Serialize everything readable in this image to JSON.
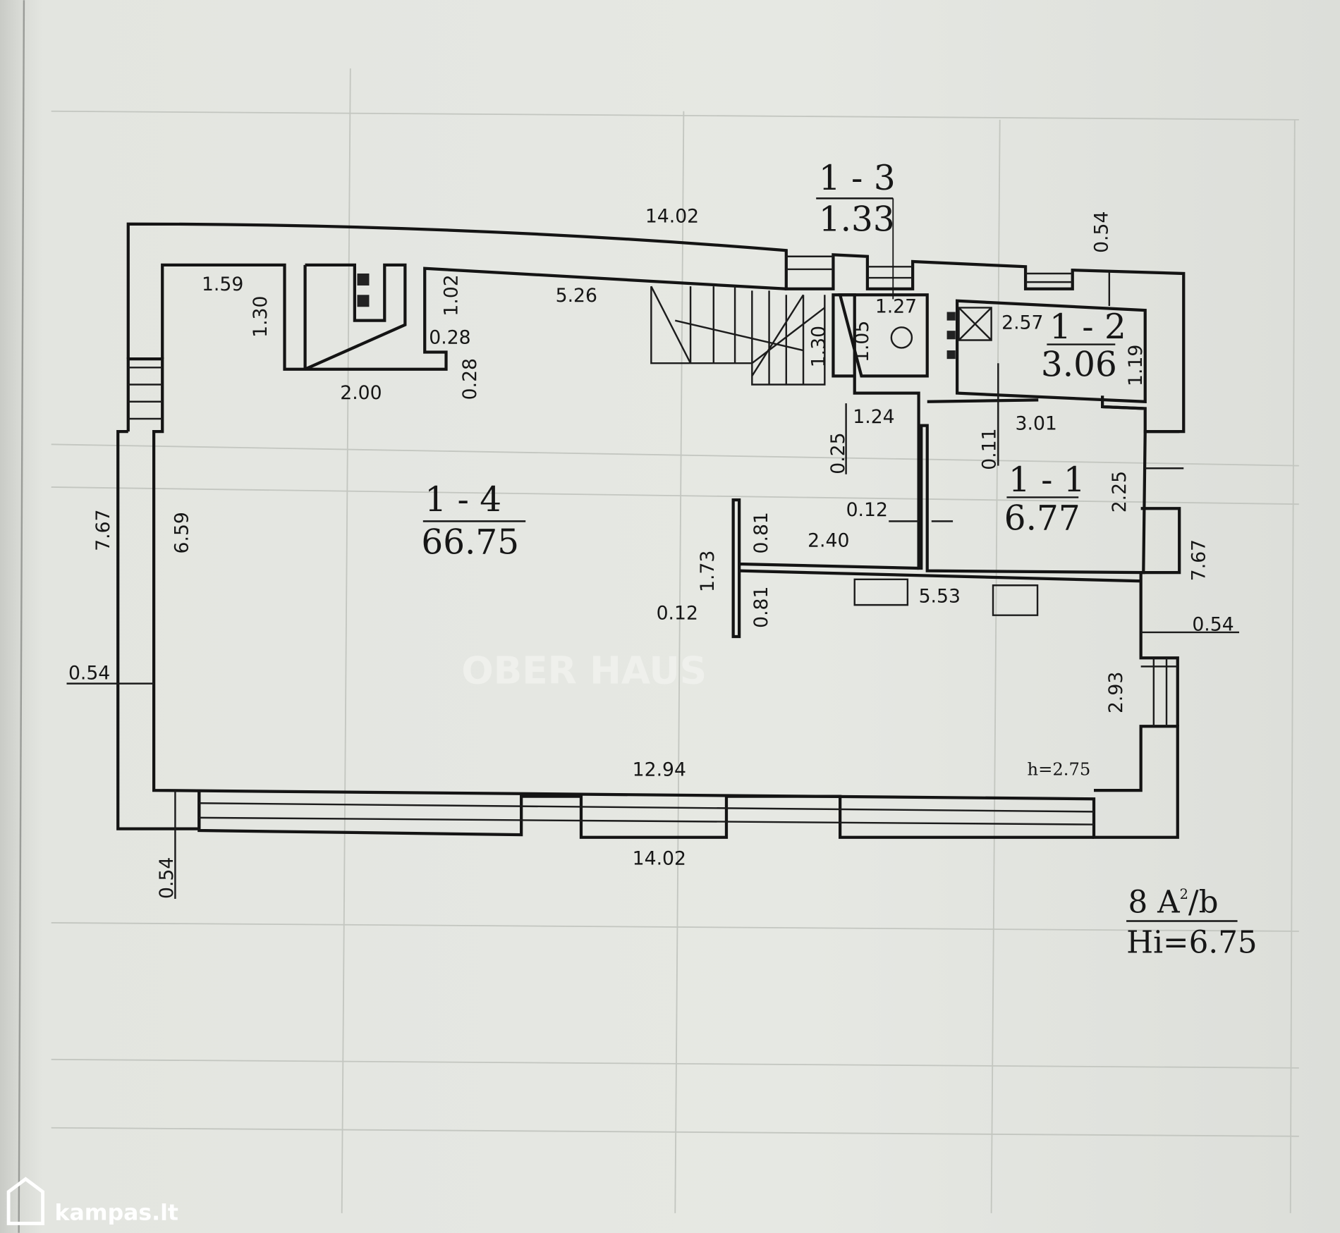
{
  "plan": {
    "rooms": [
      {
        "id": "1 - 4",
        "area": "66.75"
      },
      {
        "id": "1 - 3",
        "area": "1.33"
      },
      {
        "id": "1 - 2",
        "area": "3.06"
      },
      {
        "id": "1 - 1",
        "area": "6.77"
      }
    ],
    "dimensions": [
      "14.02",
      "1.59",
      "1.30",
      "1.02",
      "0.28",
      "0.28",
      "2.00",
      "5.26",
      "1.27",
      "1.05",
      "1.30",
      "2.57",
      "0.54",
      "1.19",
      "1.24",
      "0.25",
      "3.01",
      "0.11",
      "2.25",
      "0.12",
      "2.40",
      "0.81",
      "1.73",
      "0.81",
      "0.12",
      "5.53",
      "7.67",
      "6.59",
      "0.54",
      "0.54",
      "2.93",
      "7.67",
      "12.94",
      "14.02",
      "0.54"
    ],
    "height_note": "h=2.75",
    "stamp": {
      "line1": "8 A",
      "sup": "2",
      "line1_end": "/b",
      "line2": "Hi=6.75"
    },
    "watermark": "OBER HAUS",
    "logo": "kampas.lt"
  }
}
